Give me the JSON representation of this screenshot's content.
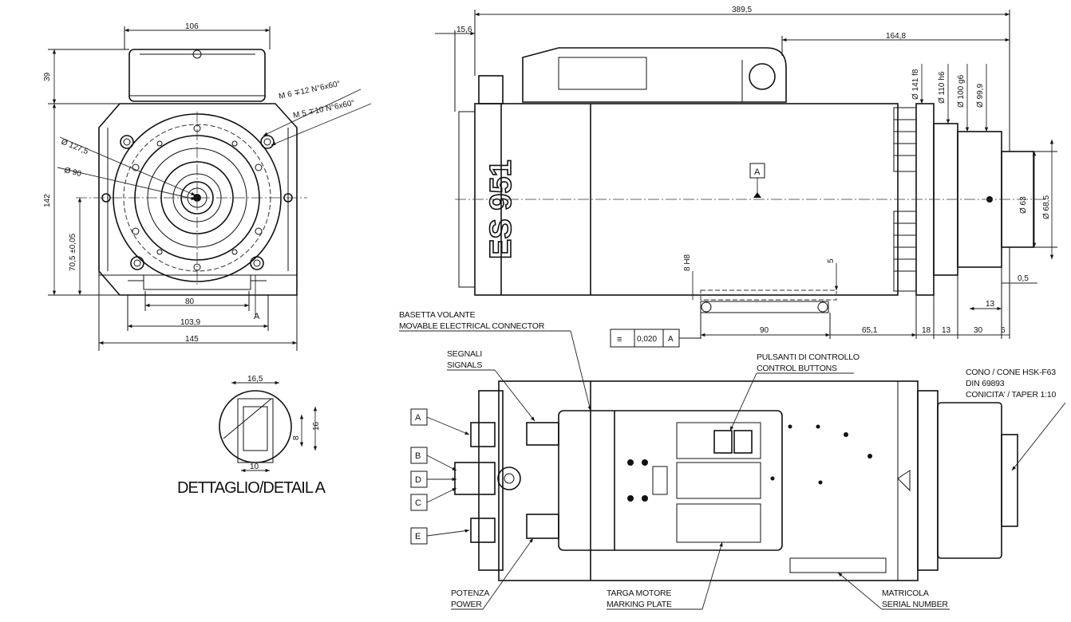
{
  "front_view": {
    "dims": {
      "width_top": "106",
      "height_top": "39",
      "height_total": "142",
      "center_height": "70,5 ±0,05",
      "bolt_spacing": "80",
      "foot_spacing": "103,9",
      "width_total": "145",
      "dia_pcd": "Ø 127,5",
      "dia_inner": "Ø 90"
    },
    "threads": {
      "m6": "M 6  ∓12 N°6x60°",
      "m5": "M 5  ∓10 N°6x60°"
    },
    "section_marker": "A"
  },
  "side_view": {
    "dims": {
      "length_total": "389,5",
      "offset_left": "15,6",
      "length_right": "164,8",
      "dia_141": "Ø 141 f8",
      "dia_110": "Ø 110 h6",
      "dia_100": "Ø 100 g6",
      "dia_99": "Ø 99,9",
      "dia_63": "Ø 63",
      "dia_685": "Ø 68,5",
      "slot_width": "8 H8",
      "slot_depth": "5",
      "len_90": "90",
      "len_651": "65,1",
      "len_18": "18",
      "len_13a": "13",
      "len_30": "30",
      "len_6": "6",
      "len_13b": "13",
      "len_05": "0,5"
    },
    "brand_text": "ES 951",
    "datum_label": "A",
    "tolerance": {
      "symbol": "≡",
      "value": "0,020",
      "datum": "A"
    }
  },
  "detail_a": {
    "title": "DETTAGLIO/DETAIL A",
    "dims": {
      "d165": "16,5",
      "d16": "16",
      "d8": "8",
      "d10": "10"
    }
  },
  "top_view": {
    "connector_labels": [
      "A",
      "B",
      "D",
      "C",
      "E"
    ]
  },
  "callouts": {
    "basetta": {
      "it": "BASETTA VOLANTE",
      "en": "MOVABLE ELECTRICAL CONNECTOR"
    },
    "segnali": {
      "it": "SEGNALI",
      "en": "SIGNALS"
    },
    "pulsanti": {
      "it": "PULSANTI DI CONTROLLO",
      "en": "CONTROL BUTTONS"
    },
    "cono": {
      "l1": "CONO / CONE HSK-F63",
      "l2": "DIN 69893",
      "l3": "CONICITA' / TAPER 1:10"
    },
    "potenza": {
      "it": "POTENZA",
      "en": "POWER"
    },
    "targa": {
      "it": "TARGA MOTORE",
      "en": "MARKING PLATE"
    },
    "matricola": {
      "it": "MATRICOLA",
      "en": "SERIAL NUMBER"
    }
  }
}
